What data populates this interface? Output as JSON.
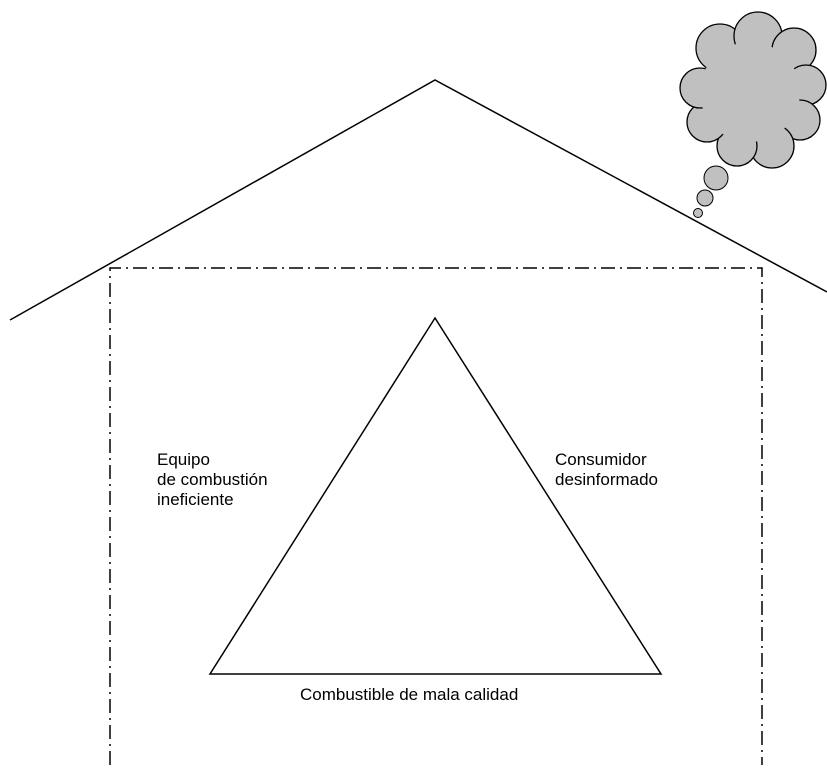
{
  "diagram": {
    "labels": {
      "left": [
        "Equipo",
        "de combustión",
        "ineficiente"
      ],
      "right": [
        "Consumidor",
        "desinformado"
      ],
      "bottom": "Combustible de mala calidad"
    },
    "colors": {
      "stroke": "#000000",
      "cloud_fill": "#c0c0c0",
      "background": "#ffffff"
    }
  }
}
